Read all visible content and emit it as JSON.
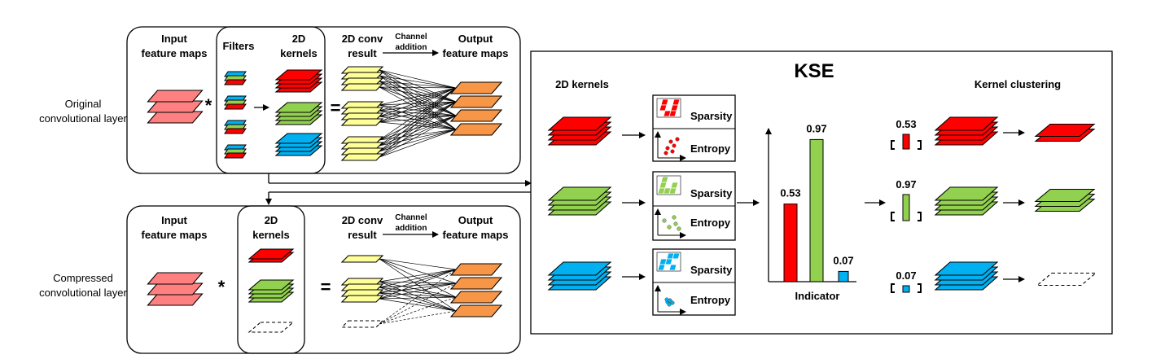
{
  "top": {
    "side_label_1": "Original",
    "side_label_2": "convolutional layer",
    "input_1": "Input",
    "input_2": "feature maps",
    "filters": "Filters",
    "kernels_1": "2D",
    "kernels_2": "kernels",
    "conv_1": "2D conv",
    "conv_2": "result",
    "channel_1": "Channel",
    "channel_2": "addition",
    "output_1": "Output",
    "output_2": "feature maps",
    "star": "*",
    "equals": "="
  },
  "bottom": {
    "side_label_1": "Compressed",
    "side_label_2": "convolutional layer",
    "input_1": "Input",
    "input_2": "feature maps",
    "kernels_1": "2D",
    "kernels_2": "kernels",
    "conv_1": "2D conv",
    "conv_2": "result",
    "channel_1": "Channel",
    "channel_2": "addition",
    "output_1": "Output",
    "output_2": "feature maps",
    "star": "*",
    "equals": "="
  },
  "kse": {
    "title": "KSE",
    "kernels_label": "2D kernels",
    "clustering_label": "Kernel clustering",
    "sparsity": "Sparsity",
    "entropy": "Entropy",
    "indicator_label": "Indicator",
    "bars": [
      {
        "label": "0.53",
        "value": 0.53,
        "color": "#ff0000"
      },
      {
        "label": "0.97",
        "value": 0.97,
        "color": "#92d050"
      },
      {
        "label": "0.07",
        "value": 0.07,
        "color": "#00b0f0"
      }
    ]
  },
  "colors": {
    "red": "#ff0000",
    "green": "#92d050",
    "blue": "#00b0f0",
    "pink": "#ff8080",
    "yellow": "#ffff99",
    "orange": "#f79646"
  }
}
